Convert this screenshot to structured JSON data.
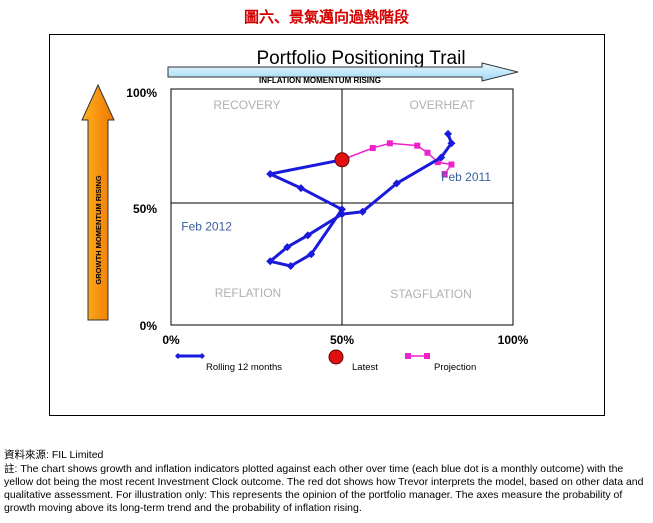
{
  "figure_title": "圖六、景氣邁向過熱階段",
  "footer": {
    "source": "資料來源: FIL Limited",
    "note": "註: The chart shows growth and inflation indicators plotted against each other over time (each blue dot is a monthly outcome) with the yellow dot being the most recent Investment Clock outcome. The red dot shows how Trevor interprets the model, based on other data and qualitative assessment. For illustration only: This represents the opinion of the portfolio manager. The axes measure the probability of growth moving above its long-term trend and the probability of inflation rising."
  },
  "chart_data": {
    "type": "line",
    "title": "Portfolio Positioning Trail",
    "xlabel": "INFLATION MOMENTUM RISING",
    "ylabel": "GROWTH MOMENTUM RISING",
    "xlim": [
      0,
      100
    ],
    "ylim": [
      0,
      100
    ],
    "x_ticks": [
      "0%",
      "50%",
      "100%"
    ],
    "y_ticks": [
      "0%",
      "50%",
      "100%"
    ],
    "grid": "quadrant lines at 50%",
    "quadrants": {
      "top_left": "RECOVERY",
      "top_right": "OVERHEAT",
      "bottom_left": "REFLATION",
      "bottom_right": "STAGFLATION"
    },
    "annotations": [
      {
        "text": "Feb 2011",
        "x": 79,
        "y": 61
      },
      {
        "text": "Feb 2012",
        "x": 3,
        "y": 40
      }
    ],
    "legend_position": "bottom",
    "series": [
      {
        "name": "Rolling 12 months",
        "color": "#1a1adc",
        "marker": "diamond",
        "points": [
          [
            81,
            81
          ],
          [
            82,
            77
          ],
          [
            79,
            71
          ],
          [
            66,
            60
          ],
          [
            56,
            48
          ],
          [
            50,
            47
          ],
          [
            40,
            38
          ],
          [
            34,
            33
          ],
          [
            29,
            27
          ],
          [
            35,
            25
          ],
          [
            41,
            30
          ],
          [
            50,
            49
          ],
          [
            38,
            58
          ],
          [
            29,
            64
          ],
          [
            50,
            70
          ]
        ]
      },
      {
        "name": "Projection",
        "color": "#ee22cc",
        "marker": "square",
        "points": [
          [
            50,
            70
          ],
          [
            59,
            75
          ],
          [
            64,
            77
          ],
          [
            72,
            76
          ],
          [
            75,
            73
          ],
          [
            78,
            69
          ],
          [
            82,
            68
          ],
          [
            80,
            64
          ]
        ]
      },
      {
        "name": "Latest",
        "color": "#e01010",
        "marker": "circle",
        "points": [
          [
            50,
            70
          ]
        ]
      }
    ]
  }
}
